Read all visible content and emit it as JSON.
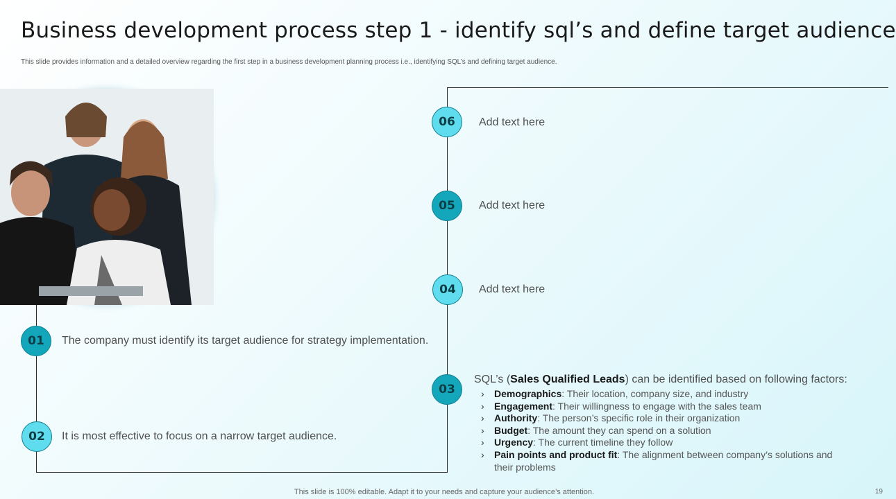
{
  "header": {
    "title": "Business development process step 1 - identify sql’s and define target audience",
    "subtitle": "This slide provides information and a detailed overview regarding the first step in a business development planning process i.e., identifying SQL’s and defining target audience."
  },
  "photo": {
    "icon": "team-photo"
  },
  "steps": {
    "s06": {
      "number": "06",
      "text": "Add text here"
    },
    "s05": {
      "number": "05",
      "text": "Add text here"
    },
    "s04": {
      "number": "04",
      "text": "Add text here"
    },
    "s01": {
      "number": "01",
      "text": "The company must identify its target audience for strategy implementation."
    },
    "s02": {
      "number": "02",
      "text": "It is most effective to focus on a narrow target audience."
    },
    "s03": {
      "number": "03",
      "intro_prefix": "SQL’s (",
      "intro_bold": "Sales Qualified Leads",
      "intro_suffix": ") can be identified based on following factors:",
      "factors": [
        {
          "label": "Demographics",
          "text": ": Their location, company size, and industry"
        },
        {
          "label": "Engagement",
          "text": ": Their willingness to engage with the sales team"
        },
        {
          "label": "Authority",
          "text": ":  The person’s specific role in their organization"
        },
        {
          "label": "Budget",
          "text": ": The amount they can spend on a solution"
        },
        {
          "label": "Urgency",
          "text": ": The current timeline they follow"
        },
        {
          "label": "Pain points and product fit",
          "text": ": The alignment between company’s solutions and their problems"
        }
      ]
    }
  },
  "footer": {
    "note": "This slide is 100% editable. Adapt it to your needs and capture your audience’s attention.",
    "page_number": "19"
  },
  "colors": {
    "accent_light": "#5fdcee",
    "accent_dark": "#14a7bc",
    "line": "#2b2b2b"
  }
}
